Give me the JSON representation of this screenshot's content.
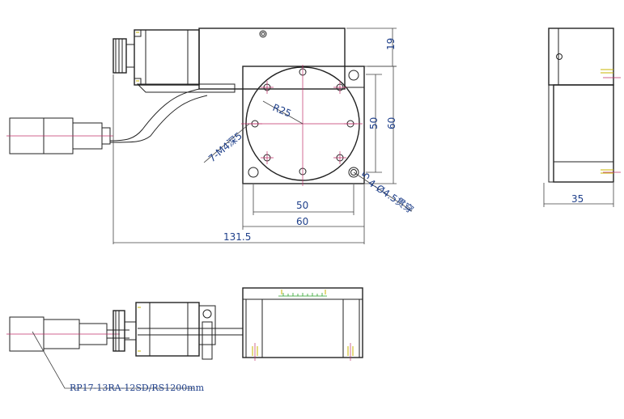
{
  "dimensions": {
    "top_overhang": "19",
    "inner_height": "50",
    "outer_height": "60",
    "inner_width": "50",
    "outer_width": "60",
    "overall_length": "131.5",
    "side_width": "35",
    "radius": "R25",
    "corner_offset": "5"
  },
  "callouts": {
    "tapped_holes": "7-M4深5",
    "through_holes": "4-Ø4.5贯穿",
    "cable": "RP17-13RA-12SD/RS1200mm"
  },
  "colors": {
    "outline": "#222222",
    "dimension_text": "#1e3f8a",
    "centerline": "#c0306a",
    "thread_marks": "#c8b400"
  }
}
